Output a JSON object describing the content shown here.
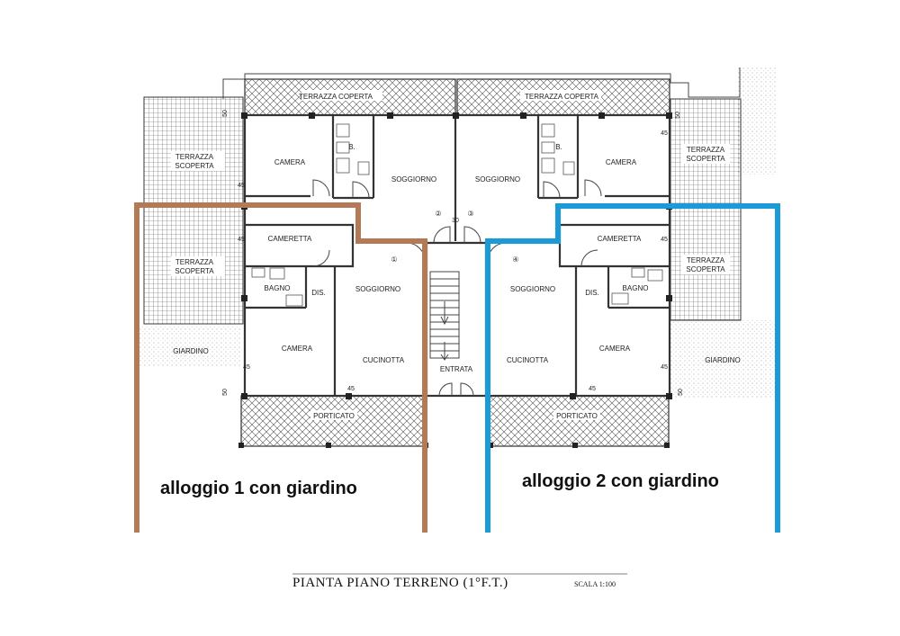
{
  "plan": {
    "title": "PIANTA PIANO TERRENO (1°F.T.)",
    "scale": "SCALA 1:100",
    "units": [
      {
        "label": "alloggio 1 con giardino",
        "color": "#b37a55"
      },
      {
        "label": "alloggio 2 con giardino",
        "color": "#1a9ad6"
      }
    ],
    "rooms": {
      "terrazza_coperta_left": "TERRAZZA COPERTA",
      "terrazza_coperta_right": "TERRAZZA COPERTA",
      "terrazza_scoperta_top_left_1": "TERRAZZA",
      "terrazza_scoperta_top_left_2": "SCOPERTA",
      "terrazza_scoperta_mid_left_1": "TERRAZZA",
      "terrazza_scoperta_mid_left_2": "SCOPERTA",
      "terrazza_scoperta_top_right_1": "TERRAZZA",
      "terrazza_scoperta_top_right_2": "SCOPERTA",
      "terrazza_scoperta_mid_right_1": "TERRAZZA",
      "terrazza_scoperta_mid_right_2": "SCOPERTA",
      "camera_tl": "CAMERA",
      "camera_tr": "CAMERA",
      "camera_bl": "CAMERA",
      "camera_br": "CAMERA",
      "bath_tl": "B.",
      "bath_tr": "B.",
      "soggiorno_tl": "SOGGIORNO",
      "soggiorno_tr": "SOGGIORNO",
      "soggiorno_bl": "SOGGIORNO",
      "soggiorno_br": "SOGGIORNO",
      "cameretta_l": "CAMERETTA",
      "cameretta_r": "CAMERETTA",
      "bagno_l": "BAGNO",
      "bagno_r": "BAGNO",
      "dis_l": "DIS.",
      "dis_r": "DIS.",
      "cucinotta_l": "CUCINOTTA",
      "cucinotta_r": "CUCINOTTA",
      "giardino_l": "GIARDINO",
      "giardino_r": "GIARDINO",
      "entrata": "ENTRATA",
      "porticato_l": "PORTICATO",
      "porticato_r": "PORTICATO"
    },
    "unit_numbers": [
      "①",
      "②",
      "③",
      "④"
    ],
    "dimensions": {
      "d45_a": "45",
      "d45_b": "45",
      "d45_c": "45",
      "d45_d": "45",
      "d45_e": "45",
      "d45_f": "45",
      "d45_g": "45",
      "d45_h": "45",
      "d50_a": "50",
      "d50_b": "50",
      "d50_c": "50",
      "d50_d": "50",
      "d30": "30"
    }
  }
}
